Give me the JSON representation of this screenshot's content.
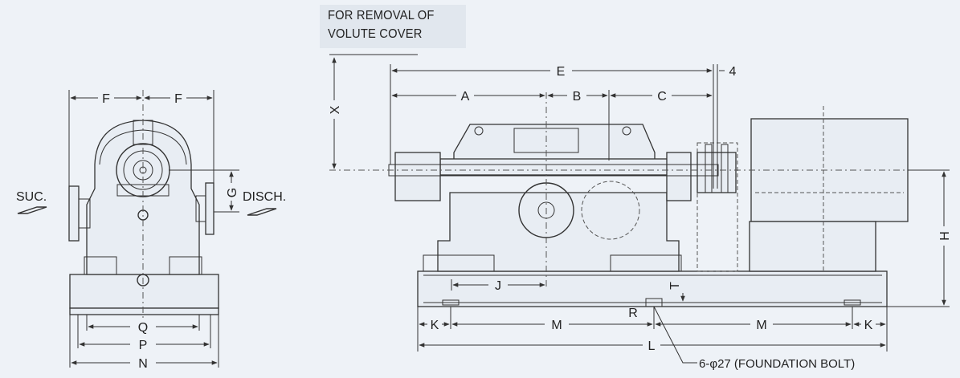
{
  "note": {
    "line1": "FOR REMOVAL OF",
    "line2": "VOLUTE COVER"
  },
  "flow": {
    "suction": "SUC.",
    "discharge": "DISCH."
  },
  "dims": {
    "A": "A",
    "B": "B",
    "C": "C",
    "E": "E",
    "F": "F",
    "G": "G",
    "H": "H",
    "J": "J",
    "K": "K",
    "L": "L",
    "M": "M",
    "N": "N",
    "P": "P",
    "Q": "Q",
    "R": "R",
    "T": "T",
    "X": "X",
    "four": "4"
  },
  "foundation_bolt": "6-φ27 (FOUNDATION BOLT)"
}
